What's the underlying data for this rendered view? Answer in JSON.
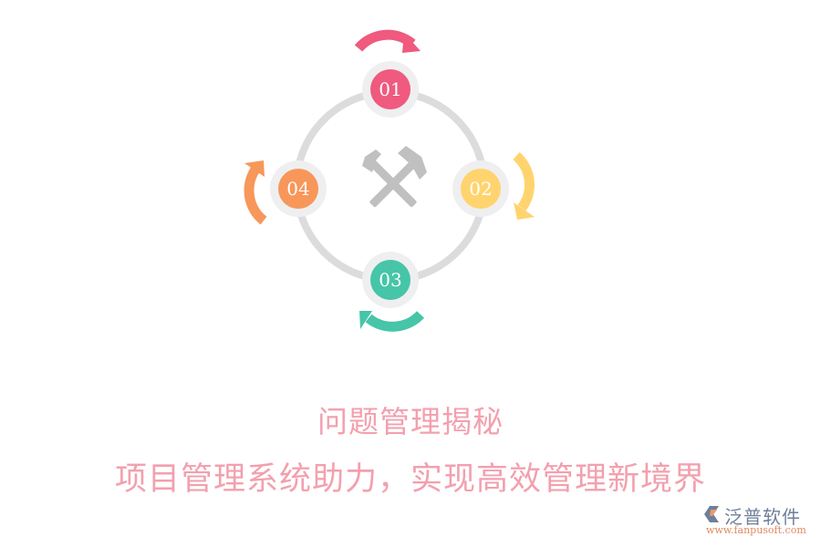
{
  "diagram": {
    "center_icon": "crossed-hammers-icon",
    "ring_color": "#dcdcdc",
    "nodes": [
      {
        "label": "01",
        "color": "#ef5a7e",
        "position": "top"
      },
      {
        "label": "02",
        "color": "#ffd46e",
        "position": "right"
      },
      {
        "label": "03",
        "color": "#46c5a8",
        "position": "bottom"
      },
      {
        "label": "04",
        "color": "#f7975a",
        "position": "left"
      }
    ]
  },
  "title": {
    "line1": "问题管理揭秘",
    "line2": "项目管理系统助力，实现高效管理新境界",
    "color": "#f3a0ae"
  },
  "logo": {
    "brand": "泛普软件",
    "url": "www.fanpusoft.com"
  }
}
